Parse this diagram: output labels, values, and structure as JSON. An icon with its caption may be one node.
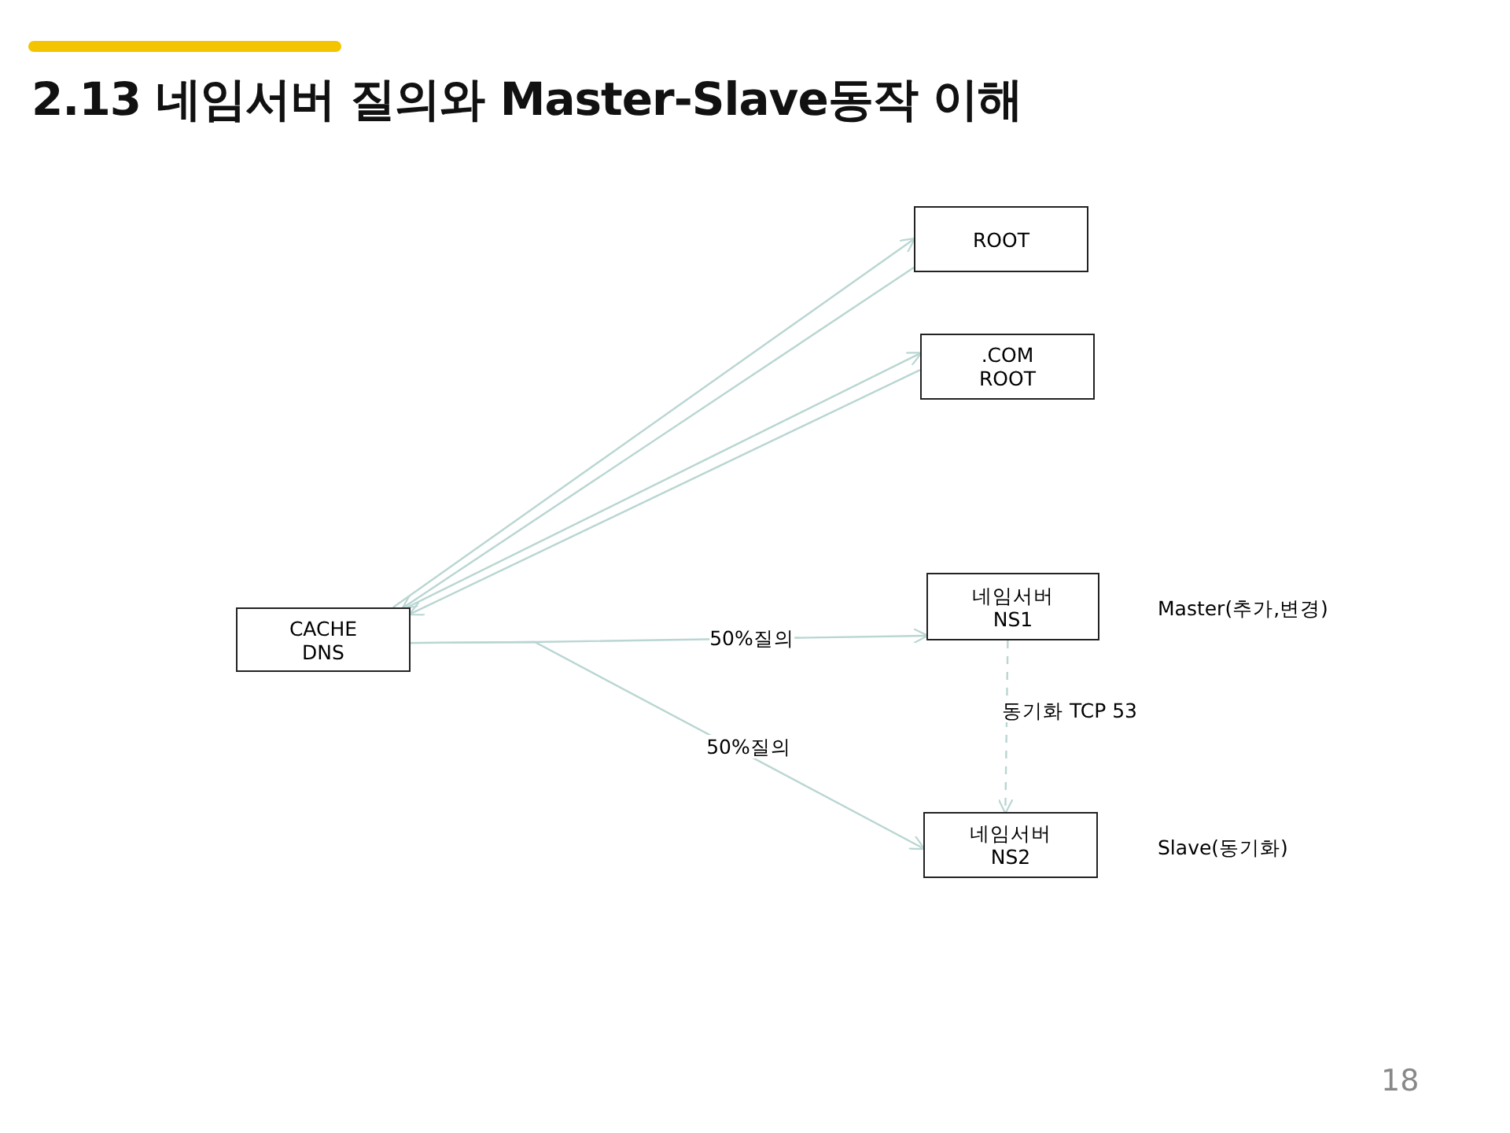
{
  "diagram": {
    "title": "2.13 네임서버 질의와 Master-Slave동작 이해",
    "nodes": [
      {
        "text": [
          "ROOT"
        ]
      },
      {
        "text": [
          ".COM ROOT"
        ]
      },
      {
        "text": [
          "CACHE DNS"
        ]
      },
      {
        "text": [
          "네임서버 NS1"
        ],
        "beside": [
          "Master(추가,변경)"
        ]
      },
      {
        "text": [
          "네임서버 NS2"
        ],
        "beside": [
          "Slave(동기화)"
        ]
      }
    ],
    "edges": [
      {
        "from": 2,
        "to": 0,
        "arrow": "to"
      },
      {
        "from": 0,
        "to": 2,
        "arrow": "to"
      },
      {
        "from": 2,
        "to": 1,
        "arrow": "to"
      },
      {
        "from": 1,
        "to": 2,
        "arrow": "to"
      },
      {
        "from": 2,
        "to": 3,
        "arrow": "to",
        "label": "50%질의"
      },
      {
        "from": 2,
        "to": 4,
        "arrow": "to",
        "label": "50%질의"
      },
      {
        "from": 3,
        "to": 4,
        "arrow": "to",
        "label": "동기화 TCP 53",
        "style": "dashed"
      }
    ],
    "labels": [
      "18"
    ]
  }
}
